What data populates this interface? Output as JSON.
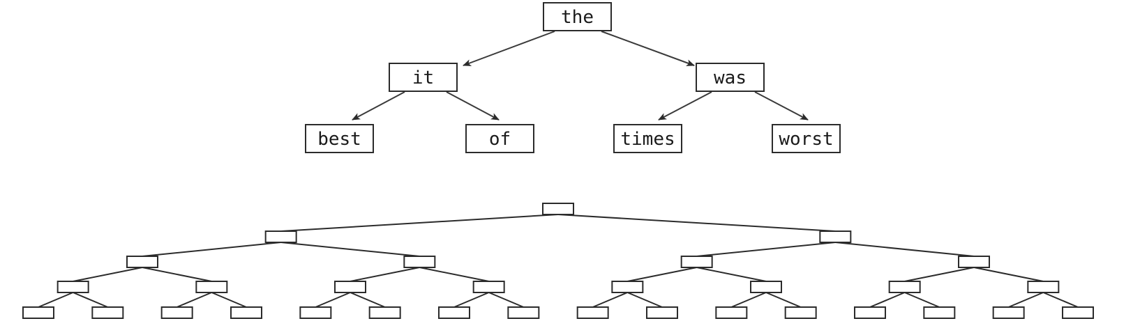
{
  "top_tree": {
    "nodes": [
      {
        "id": "the",
        "label": "the"
      },
      {
        "id": "it",
        "label": "it"
      },
      {
        "id": "was",
        "label": "was"
      },
      {
        "id": "best",
        "label": "best"
      },
      {
        "id": "of",
        "label": "of"
      },
      {
        "id": "times",
        "label": "times"
      },
      {
        "id": "worst",
        "label": "worst"
      }
    ],
    "edges": [
      [
        "the",
        "it"
      ],
      [
        "the",
        "was"
      ],
      [
        "it",
        "best"
      ],
      [
        "it",
        "of"
      ],
      [
        "was",
        "times"
      ],
      [
        "was",
        "worst"
      ]
    ]
  },
  "bottom_tree": {
    "depth_levels": 5,
    "description_shown": false
  },
  "colors": {
    "stroke": "#2b2b2b",
    "background": "#ffffff"
  }
}
